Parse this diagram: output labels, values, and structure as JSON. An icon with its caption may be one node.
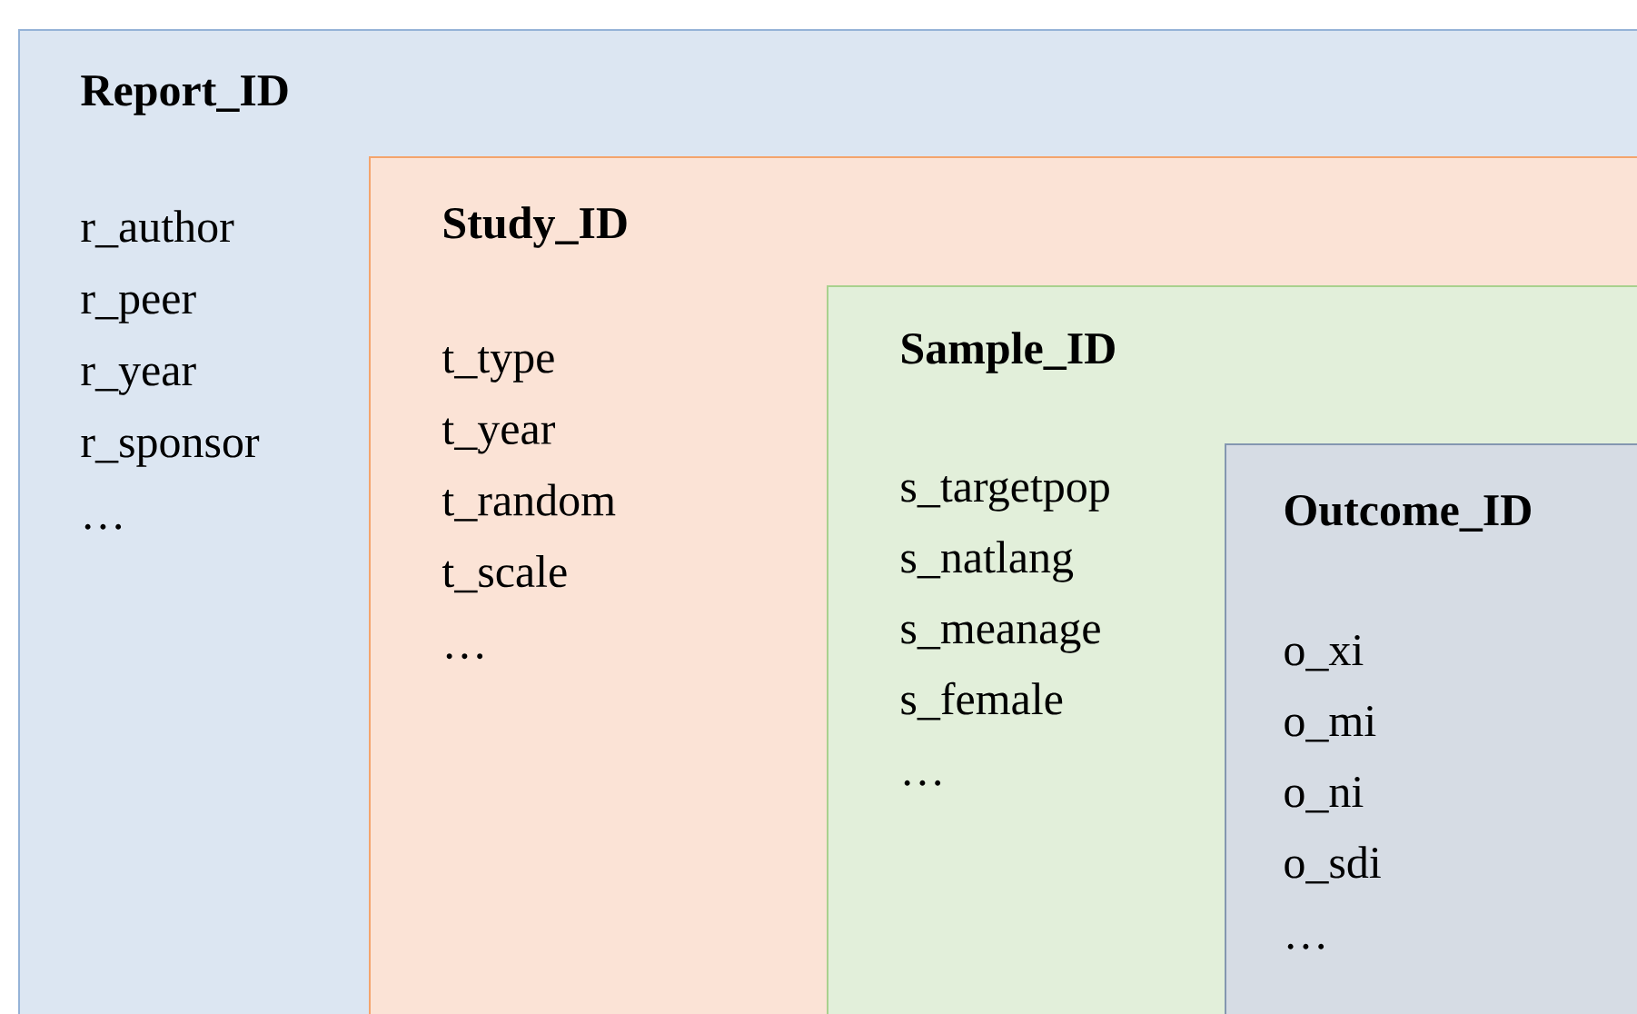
{
  "diagram": {
    "nodes": [
      {
        "text": [
          "Report_ID",
          "r_author",
          "r_peer",
          "r_year",
          "r_sponsor",
          "…"
        ]
      },
      {
        "text": [
          "Study_ID",
          "t_type",
          "t_year",
          "t_random",
          "t_scale",
          "…"
        ],
        "in": 0
      },
      {
        "text": [
          "Sample_ID",
          "s_targetpop",
          "s_natlang",
          "s_meanage",
          "s_female",
          "…"
        ],
        "in": 1
      },
      {
        "text": [
          "Outcome_ID",
          "o_xi",
          "o_mi",
          "o_ni",
          "o_sdi",
          "…"
        ],
        "in": 2
      }
    ]
  }
}
